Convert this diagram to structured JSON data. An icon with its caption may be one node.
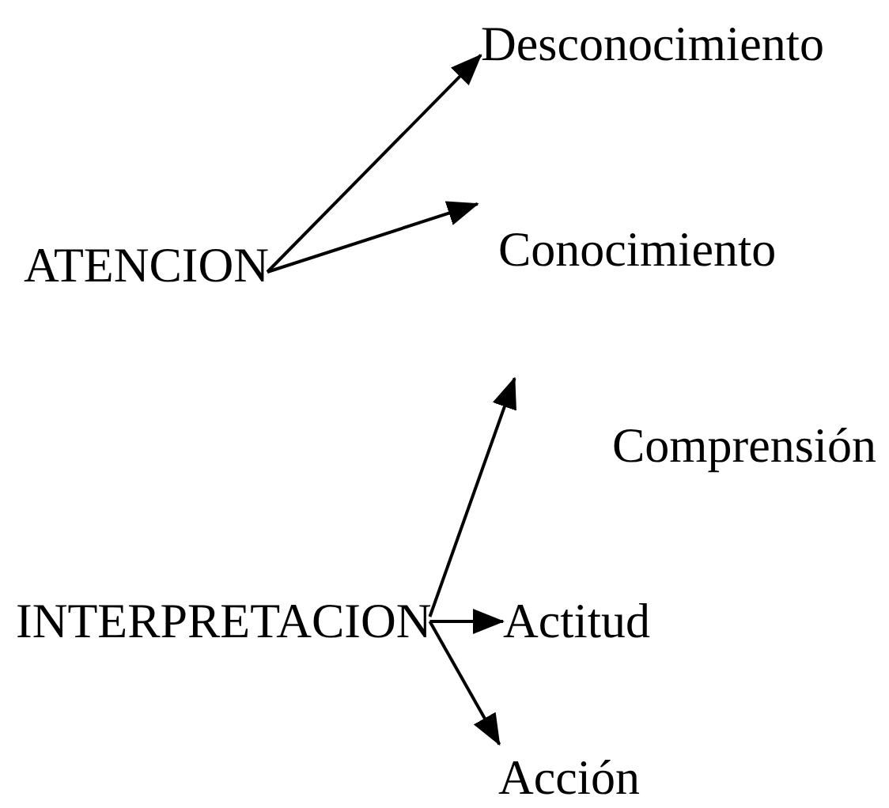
{
  "diagram": {
    "nodes": [
      {
        "text": [
          "ATENCION"
        ]
      },
      {
        "text": [
          "Desconocimiento"
        ]
      },
      {
        "text": [
          "Conocimiento"
        ]
      },
      {
        "text": [
          "INTERPRETACION"
        ]
      },
      {
        "text": [
          "Comprensión"
        ]
      },
      {
        "text": [
          "Actitud"
        ]
      },
      {
        "text": [
          "Acción"
        ]
      }
    ],
    "edges": [
      {
        "from": 0,
        "to": 1,
        "arrow": "to"
      },
      {
        "from": 0,
        "to": 2,
        "arrow": "to"
      },
      {
        "from": 3,
        "to": 4,
        "arrow": "to"
      },
      {
        "from": 3,
        "to": 5,
        "arrow": "to"
      },
      {
        "from": 3,
        "to": 6,
        "arrow": "to"
      }
    ]
  }
}
